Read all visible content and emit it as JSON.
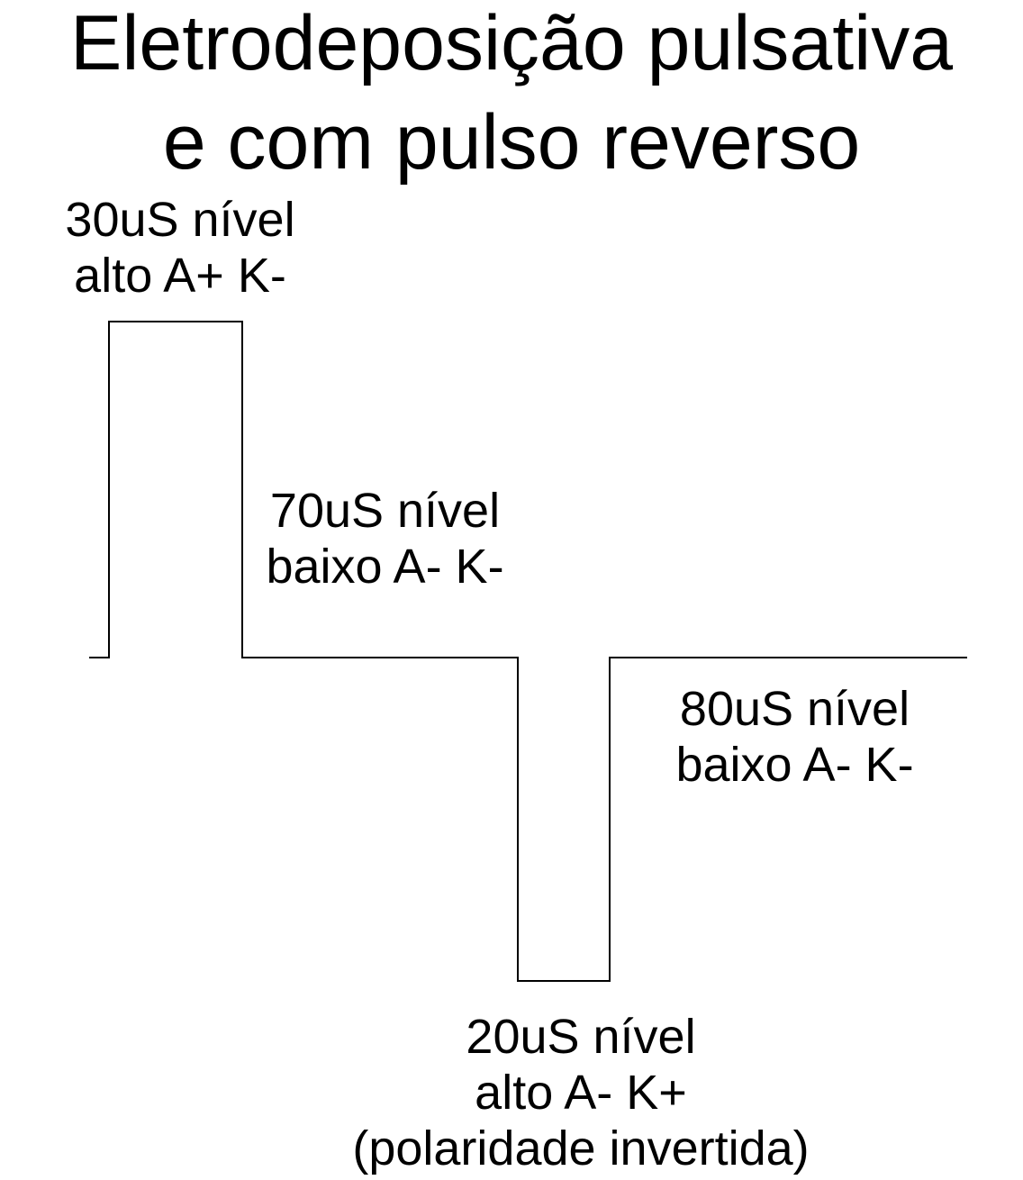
{
  "title": {
    "line1": "Eletrodeposição pulsativa",
    "line2": "e com pulso reverso"
  },
  "segments": {
    "high": {
      "line1": "30uS nível",
      "line2": "alto A+ K-"
    },
    "low1": {
      "line1": "70uS nível",
      "line2": "baixo A- K-"
    },
    "low2": {
      "line1": "80uS nível",
      "line2": "baixo A- K-"
    },
    "reverse": {
      "line1": "20uS nível",
      "line2": "alto A- K+",
      "line3": "(polaridade invertida)"
    }
  },
  "waveform": {
    "color": "#000000"
  }
}
